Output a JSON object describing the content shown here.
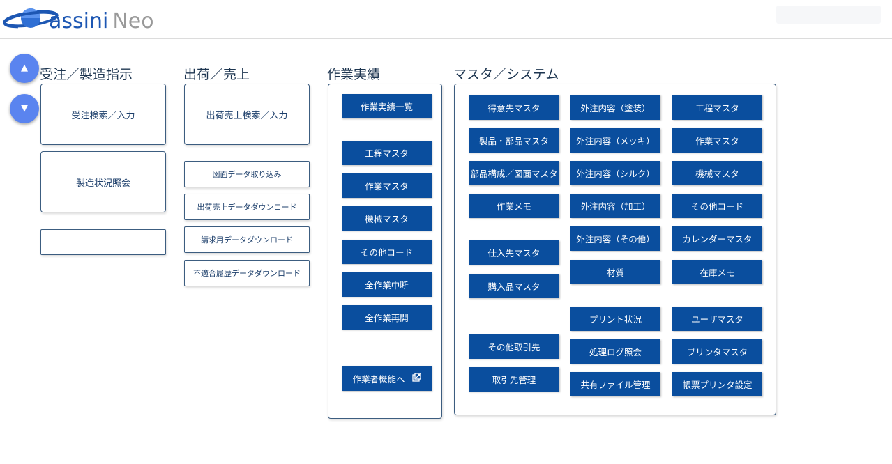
{
  "app": {
    "logo_main": "assini",
    "logo_sub": "Neo"
  },
  "nav": {
    "up_icon": "▲",
    "down_icon": "▼"
  },
  "sections": {
    "order": {
      "title": "受注／製造指示",
      "items": [
        "受注検索／入力",
        "製造状況照会",
        ""
      ]
    },
    "shipping": {
      "title": "出荷／売上",
      "main": "出荷売上検索／入力",
      "items": [
        "図面データ取り込み",
        "出荷売上データダウンロード",
        "請求用データダウンロード",
        "不適合履歴データダウンロード"
      ]
    },
    "work": {
      "title": "作業実績",
      "items": [
        "作業実績一覧",
        "工程マスタ",
        "作業マスタ",
        "機械マスタ",
        "その他コード",
        "全作業中断",
        "全作業再開",
        "作業者機能へ"
      ]
    },
    "master": {
      "title": "マスタ／システム",
      "col1": [
        "得意先マスタ",
        "製品・部品マスタ",
        "部品構成／図面マスタ",
        "作業メモ",
        "仕入先マスタ",
        "購入品マスタ",
        "その他取引先",
        "取引先管理"
      ],
      "col2": [
        "外注内容（塗装）",
        "外注内容（メッキ）",
        "外注内容（シルク）",
        "外注内容（加工）",
        "外注内容（その他）",
        "材質",
        "プリント状況",
        "処理ログ照会",
        "共有ファイル管理"
      ],
      "col3": [
        "工程マスタ",
        "作業マスタ",
        "機械マスタ",
        "その他コード",
        "カレンダーマスタ",
        "在庫メモ",
        "ユーザマスタ",
        "プリンタマスタ",
        "帳票プリンタ設定"
      ]
    }
  },
  "colors": {
    "button_bg": "#0a4e9e",
    "accent": "#5a84ef",
    "brand": "#1d57b3"
  }
}
